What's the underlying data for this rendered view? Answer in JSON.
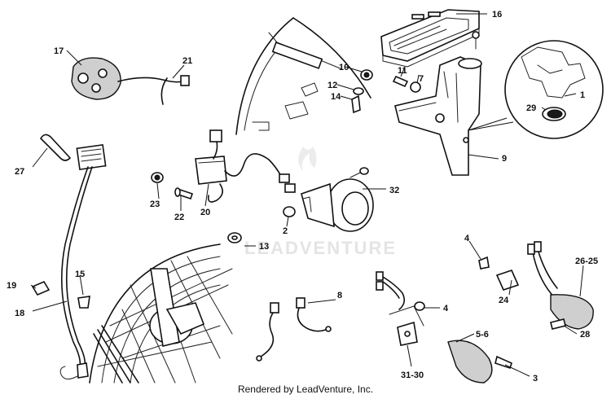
{
  "diagram": {
    "callouts": {
      "c1": "1",
      "c2": "2",
      "c3": "3",
      "c4a": "4",
      "c4b": "4",
      "c5_6": "5-6",
      "c7": "7",
      "c8": "8",
      "c9": "9",
      "c10": "10",
      "c11": "11",
      "c12": "12",
      "c13": "13",
      "c14": "14",
      "c15": "15",
      "c16": "16",
      "c17": "17",
      "c18": "18",
      "c19": "19",
      "c20": "20",
      "c21": "21",
      "c22": "22",
      "c23": "23",
      "c24": "24",
      "c26_25": "26-25",
      "c27": "27",
      "c28": "28",
      "c29": "29",
      "c31_30": "31-30",
      "c32": "32"
    },
    "watermark": "LEADVENTURE",
    "credit": "Rendered by LeadVenture, Inc."
  }
}
